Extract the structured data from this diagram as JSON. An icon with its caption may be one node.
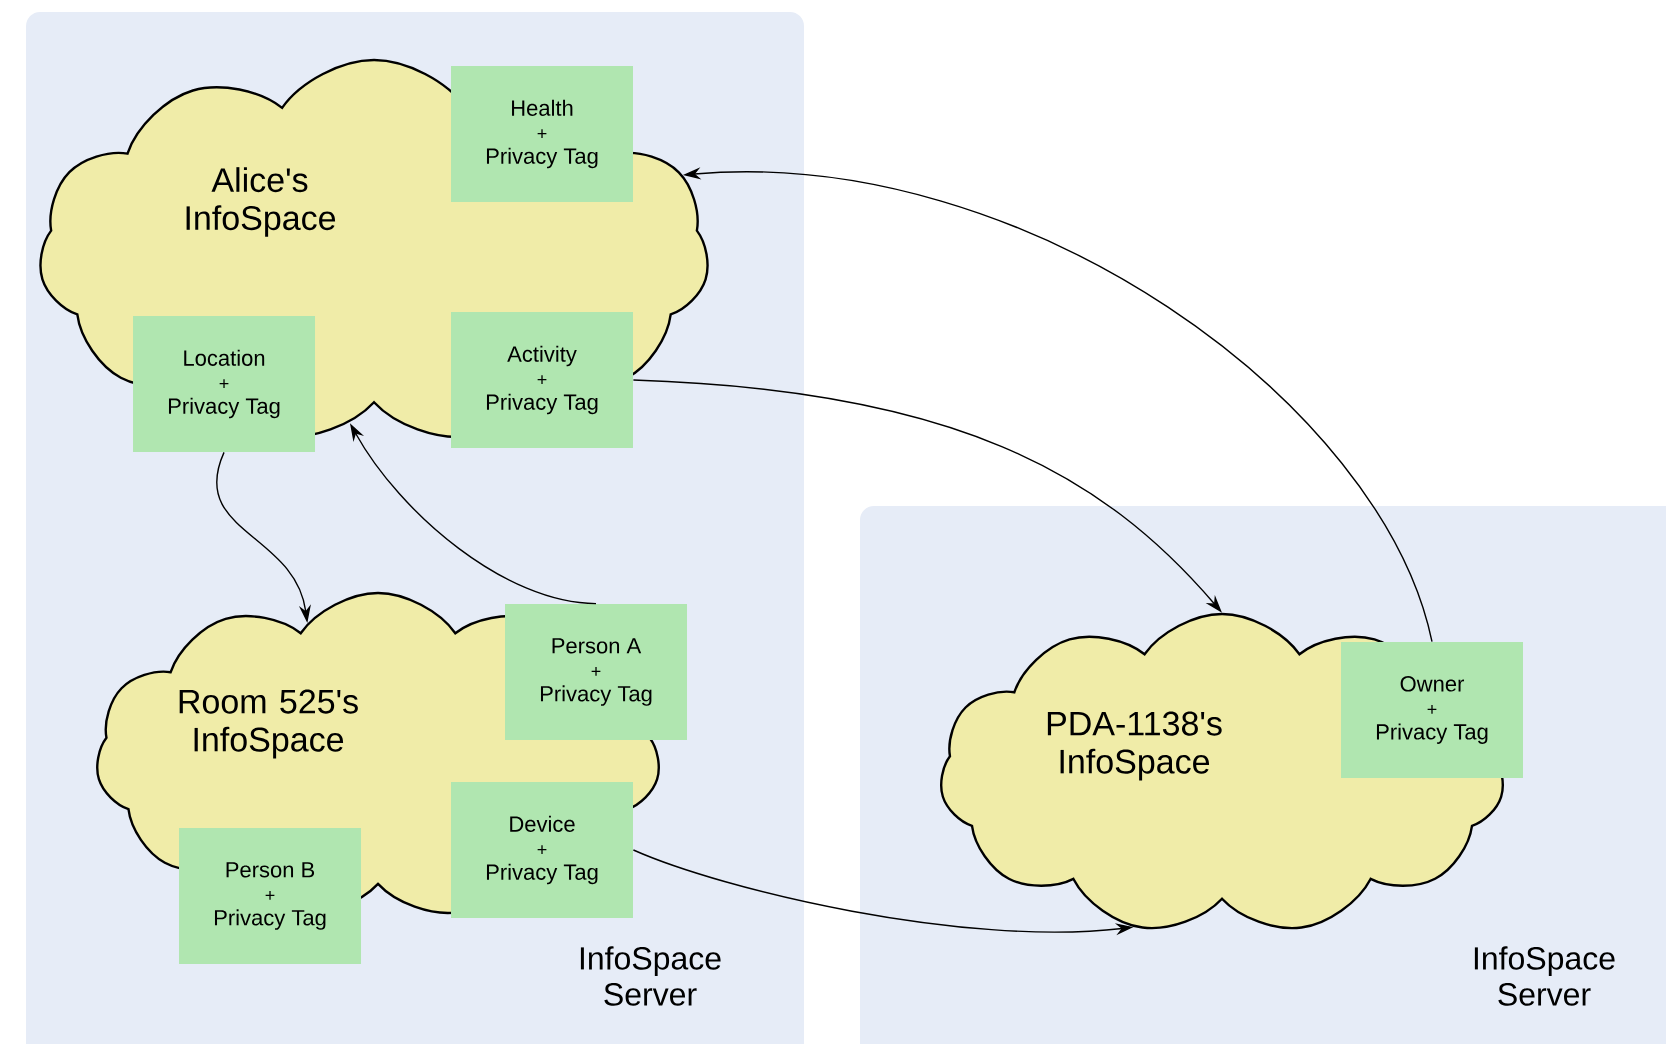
{
  "diagram": {
    "nodes": [
      {
        "text": [
          "InfoSpace Server"
        ]
      },
      {
        "text": [
          "Alice's InfoSpace"
        ],
        "in": 0
      },
      {
        "text": [
          "Health",
          "+",
          "Privacy Tag"
        ],
        "in": 1
      },
      {
        "text": [
          "Location",
          "+",
          "Privacy Tag"
        ],
        "in": 0
      },
      {
        "text": [
          "Activity",
          "+",
          "Privacy Tag"
        ],
        "in": 0
      },
      {
        "text": [
          "Room 525's InfoSpace"
        ],
        "in": 0
      },
      {
        "text": [
          "Person A",
          "+",
          "Privacy Tag"
        ],
        "in": 0
      },
      {
        "text": [
          "Device",
          "+",
          "Privacy Tag"
        ],
        "in": 5
      },
      {
        "text": [
          "Person B",
          "+",
          "Privacy Tag"
        ],
        "in": 0
      },
      {
        "text": [
          "InfoSpace Server"
        ]
      },
      {
        "text": [
          "PDA-1138's InfoSpace"
        ],
        "in": 9
      },
      {
        "text": [
          "Owner",
          "+",
          "Privacy Tag"
        ],
        "in": 9
      }
    ],
    "edges": [
      {
        "from": 3,
        "to": 5,
        "arrow": "to"
      },
      {
        "from": 6,
        "to": 1,
        "arrow": "to"
      },
      {
        "from": 4,
        "to": 10,
        "arrow": "to"
      },
      {
        "from": 11,
        "to": 1,
        "arrow": "to"
      },
      {
        "from": 7,
        "to": 10,
        "arrow": "to"
      }
    ]
  }
}
